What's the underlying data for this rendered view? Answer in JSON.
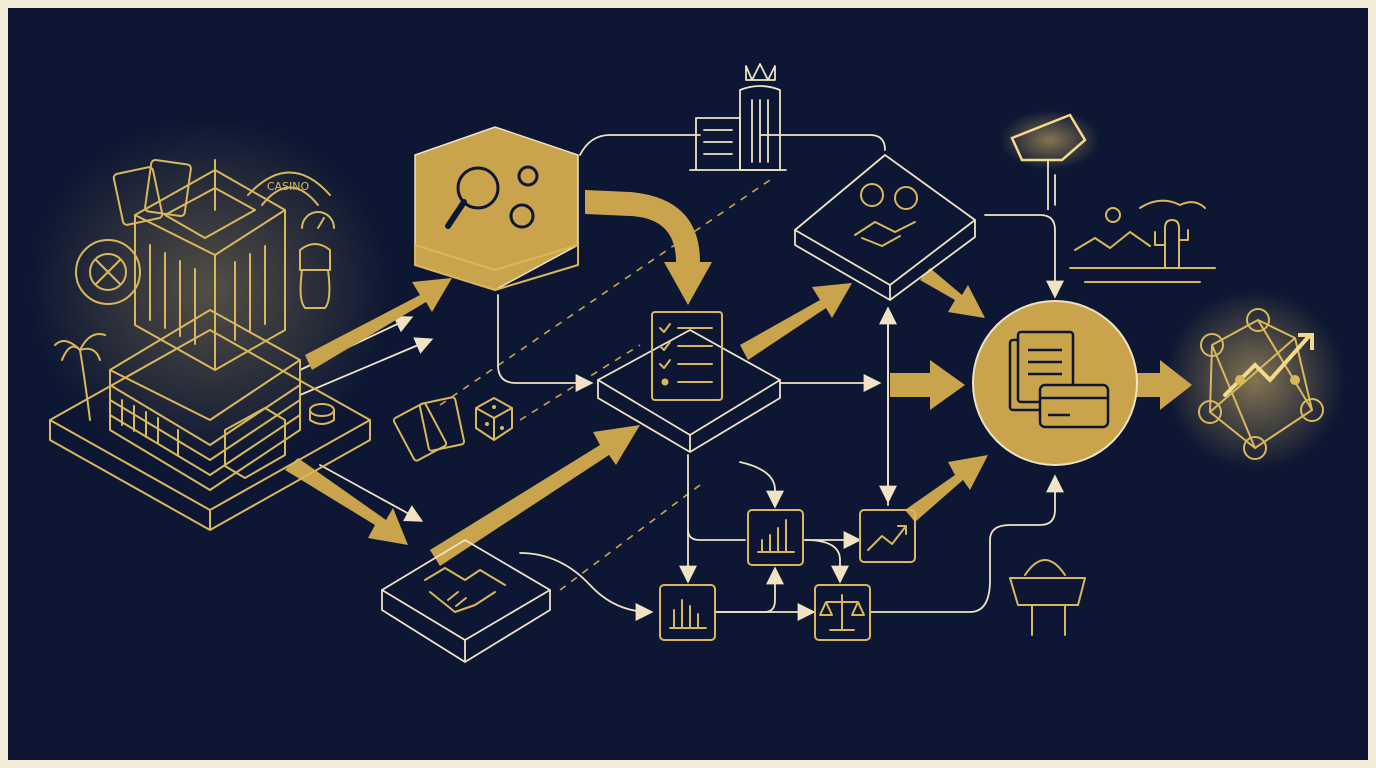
{
  "diagram": {
    "background": "#0d1733",
    "frame": "#f3ecd9",
    "accent": "#d9b85c",
    "accent_fill": "#c9a44c",
    "line": "#efe3c4",
    "casino_sign": "CASINO",
    "nodes": [
      {
        "id": "casino-building",
        "icon": "building-icon"
      },
      {
        "id": "research-hexagon",
        "icon": "magnifier-gears-icon"
      },
      {
        "id": "hotel-tower",
        "icon": "hotel-crown-icon"
      },
      {
        "id": "partnership-top",
        "icon": "gears-handshake-icon"
      },
      {
        "id": "checklist-platform",
        "icon": "checklist-icon"
      },
      {
        "id": "handshake-platform",
        "icon": "handshake-icon"
      },
      {
        "id": "cards-dice",
        "icon": "cards-dice-icon"
      },
      {
        "id": "bar-chart-box-1",
        "icon": "bar-chart-icon"
      },
      {
        "id": "bar-chart-box-2",
        "icon": "bar-chart-icon"
      },
      {
        "id": "trend-box",
        "icon": "trend-icon"
      },
      {
        "id": "scales-box",
        "icon": "scales-icon"
      },
      {
        "id": "documents-circle",
        "icon": "documents-card-icon"
      },
      {
        "id": "network-growth",
        "icon": "network-icon"
      },
      {
        "id": "billboard",
        "icon": "billboard-icon"
      },
      {
        "id": "desert-scene",
        "icon": "desert-icon"
      },
      {
        "id": "kiosk",
        "icon": "kiosk-icon"
      }
    ]
  }
}
